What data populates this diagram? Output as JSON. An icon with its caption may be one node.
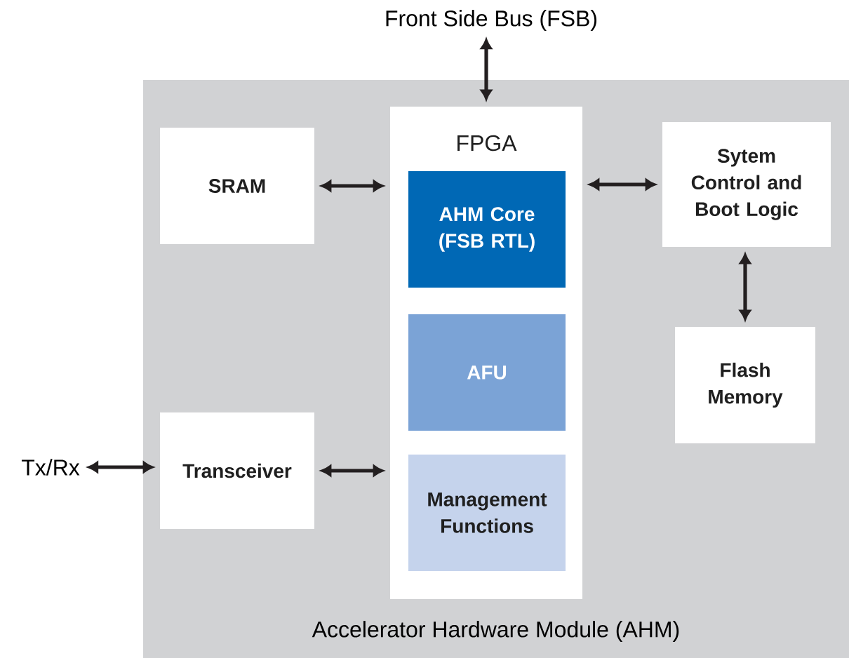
{
  "diagram": {
    "nodes": [
      {
        "text": [
          "Front Side Bus (FSB)"
        ]
      },
      {
        "text": [
          "Accelerator Hardware Module (AHM)"
        ]
      },
      {
        "text": [
          "SRAM"
        ],
        "in": 1
      },
      {
        "text": [
          "FPGA"
        ],
        "in": 1
      },
      {
        "text": [
          "AHM Core (FSB RTL)"
        ],
        "in": 3
      },
      {
        "text": [
          "AFU"
        ],
        "in": 3
      },
      {
        "text": [
          "Management Functions"
        ],
        "in": 3
      },
      {
        "text": [
          "Sytem Control and Boot Logic"
        ],
        "in": 1
      },
      {
        "text": [
          "Flash Memory"
        ],
        "in": 1
      },
      {
        "text": [
          "Tx/Rx"
        ]
      },
      {
        "text": [
          "Transceiver"
        ],
        "in": 1
      }
    ],
    "edges": [
      {
        "from": 0,
        "to": 3,
        "arrow": "both"
      },
      {
        "from": 2,
        "to": 3,
        "arrow": "both"
      },
      {
        "from": 3,
        "to": 7,
        "arrow": "both"
      },
      {
        "from": 7,
        "to": 8,
        "arrow": "both"
      },
      {
        "from": 9,
        "to": 10,
        "arrow": "both"
      },
      {
        "from": 10,
        "to": 3,
        "arrow": "both"
      }
    ]
  }
}
